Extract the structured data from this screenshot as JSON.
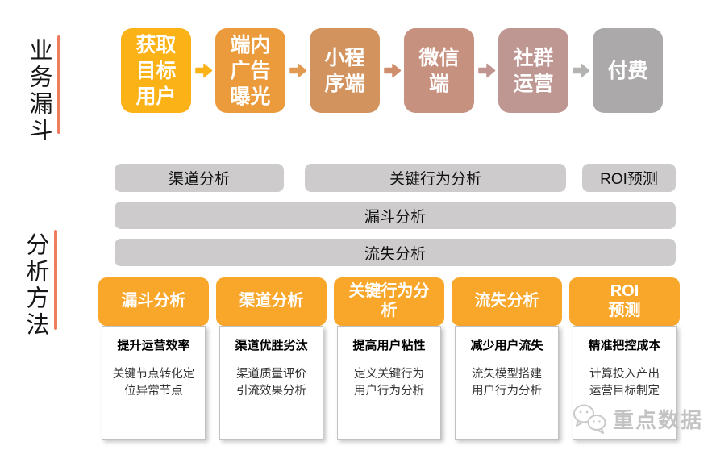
{
  "left_rail": {
    "funnel_label": "业务漏斗",
    "methods_label": "分析方法",
    "accent_line_color": "#ED7D5C"
  },
  "funnel": {
    "steps": [
      {
        "label": "获取\n目标\n用户",
        "color": "#FBB216"
      },
      {
        "label": "端内\n广告\n曝光",
        "color": "#EC9B3C"
      },
      {
        "label": "小程\n序端",
        "color": "#D2935E"
      },
      {
        "label": "微信\n端",
        "color": "#C6917E"
      },
      {
        "label": "社群\n运营",
        "color": "#BE9793"
      },
      {
        "label": "付费",
        "color": "#ABA9A9"
      }
    ],
    "arrow_colors": [
      "#FBB216",
      "#E29A52",
      "#D08F6C",
      "#C0948F",
      "#B5B2B2"
    ]
  },
  "method_bars": {
    "bar_color": "#CDCBCB",
    "row1": [
      {
        "label": "渠道分析"
      },
      {
        "label": "关键行为分析"
      },
      {
        "label": "ROI预测"
      }
    ],
    "row2_label": "漏斗分析",
    "row3_label": "流失分析"
  },
  "method_cards": {
    "header_color": "#F9A72B",
    "items": [
      {
        "title": "漏斗分析",
        "subtitle": "提升运营效率",
        "description": "关键节点转化定\n位异常节点"
      },
      {
        "title": "渠道分析",
        "subtitle": "渠道优胜劣汰",
        "description": "渠道质量评价\n引流效果分析"
      },
      {
        "title": "关键行为分\n析",
        "subtitle": "提高用户粘性",
        "description": "定义关键行为\n用户行为分析"
      },
      {
        "title": "流失分析",
        "subtitle": "减少用户流失",
        "description": "流失模型搭建\n用户行为分析"
      },
      {
        "title": "ROI\n预测",
        "subtitle": "精准把控成本",
        "description": "计算投入产出\n运营目标制定"
      }
    ]
  },
  "watermark": {
    "text": "重点数据",
    "color": "#C3C3C3"
  }
}
